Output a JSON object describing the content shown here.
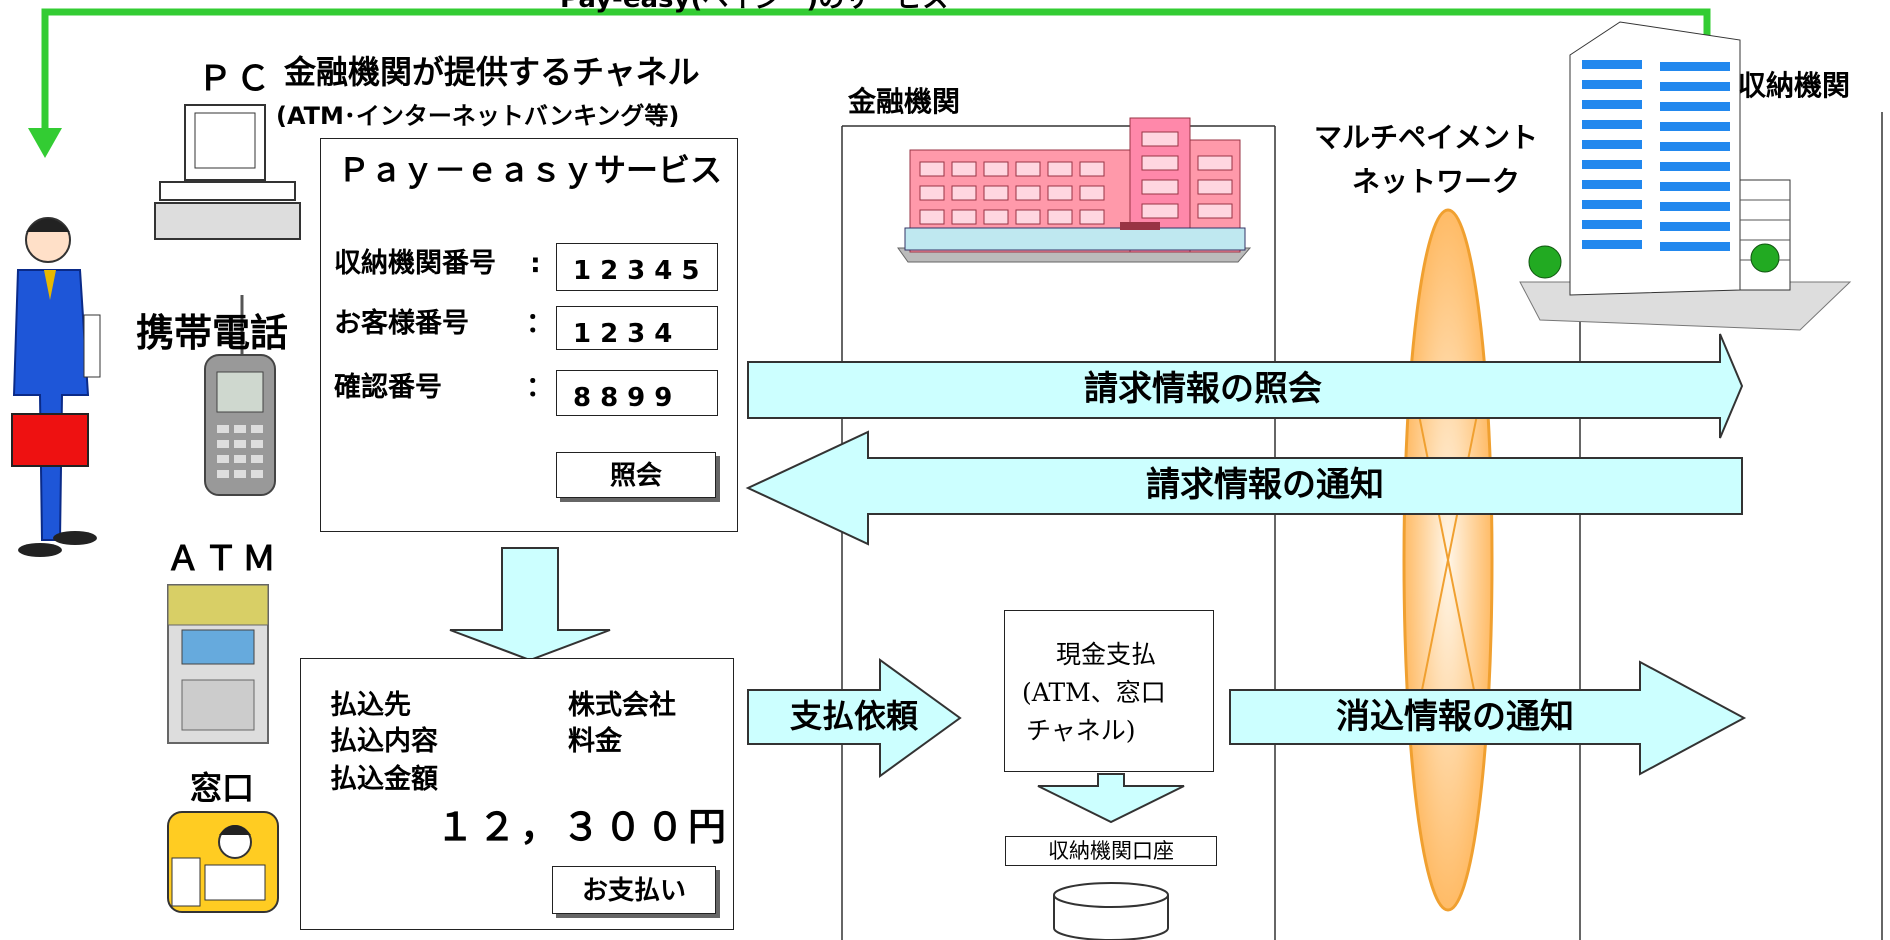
{
  "banner": "Pay-easy(ペイジー)のサービス",
  "channels": {
    "heading": "金融機関が提供するチャネル",
    "subheading": "(ATM･インターネットバンキング等)",
    "pc": "ＰＣ",
    "mobile": "携帯電話",
    "atm": "ＡＴＭ",
    "counter": "窓口"
  },
  "payeasy": {
    "title": "Ｐａｙ－ｅａｓｙサービス",
    "rows": [
      {
        "label": "収納機関番号",
        "sep": ":",
        "value": "12345"
      },
      {
        "label": "お客様番号",
        "sep": "：",
        "value": "1234"
      },
      {
        "label": "確認番号",
        "sep": "：",
        "value": "8899"
      }
    ],
    "inquire_button": "照会"
  },
  "payment": {
    "payee_label": "払込先",
    "payee_value": "株式会社",
    "content_label": "払込内容",
    "content_value": "料金",
    "amount_label": "払込金額",
    "amount": "１２，３００円",
    "pay_button": "お支払い"
  },
  "bank": {
    "label": "金融機関",
    "cash_payment": [
      "現金支払",
      "(ATM、窓口",
      "チャネル)"
    ],
    "account": "収納機関口座"
  },
  "network": {
    "label": [
      "マルチペイメント",
      "ネットワーク"
    ]
  },
  "collector": {
    "label": "収納機関"
  },
  "flows": {
    "inquiry": "請求情報の照会",
    "notification": "請求情報の通知",
    "payment_request": "支払依頼",
    "clearing": "消込情報の通知"
  },
  "colors": {
    "arrow_fill": "#ccffff",
    "banner_line": "#33cc33",
    "network_fill": "#ffcc88"
  }
}
